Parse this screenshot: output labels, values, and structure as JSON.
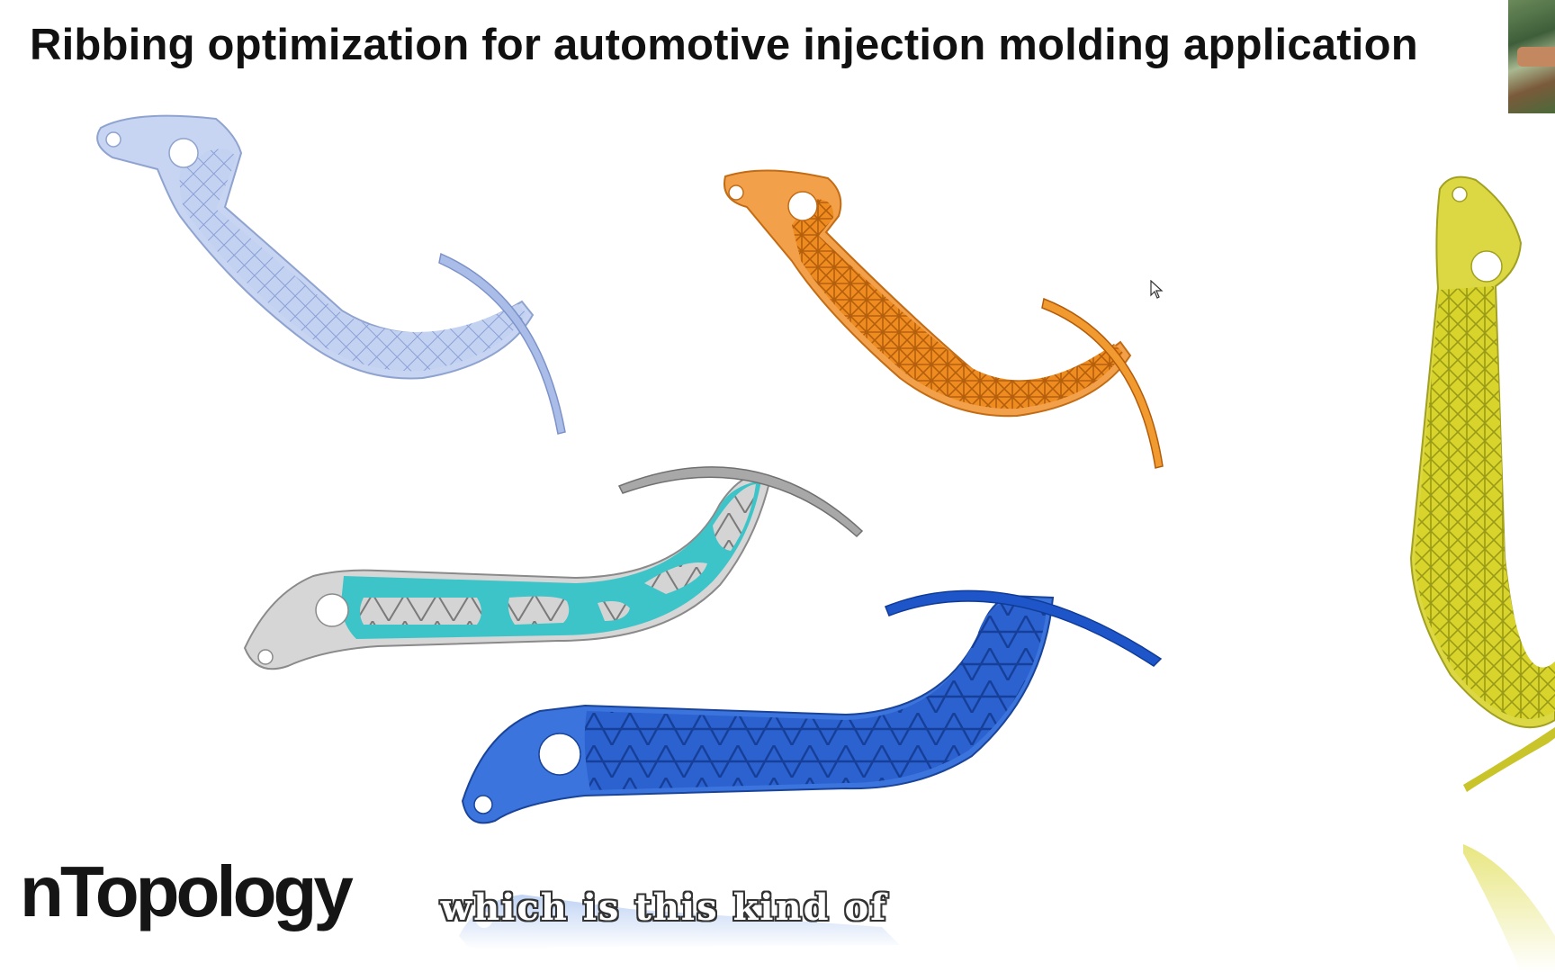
{
  "slide": {
    "title": "Ribbing optimization for automotive injection molding application"
  },
  "brand": {
    "logo_text": "nTopology"
  },
  "caption": {
    "text": "which is this kind of"
  },
  "parts": [
    {
      "name": "light-blue-grid-bracket",
      "color": "#b8c8ee"
    },
    {
      "name": "orange-lattice-bracket",
      "color": "#f29a33"
    },
    {
      "name": "gray-cyan-topology-bracket",
      "color": "#3fc2c8"
    },
    {
      "name": "blue-voronoi-bracket",
      "color": "#2a6ad8"
    },
    {
      "name": "yellow-lattice-bracket",
      "color": "#d6d62a"
    }
  ],
  "icons": {
    "cursor": "mouse-pointer-icon"
  }
}
